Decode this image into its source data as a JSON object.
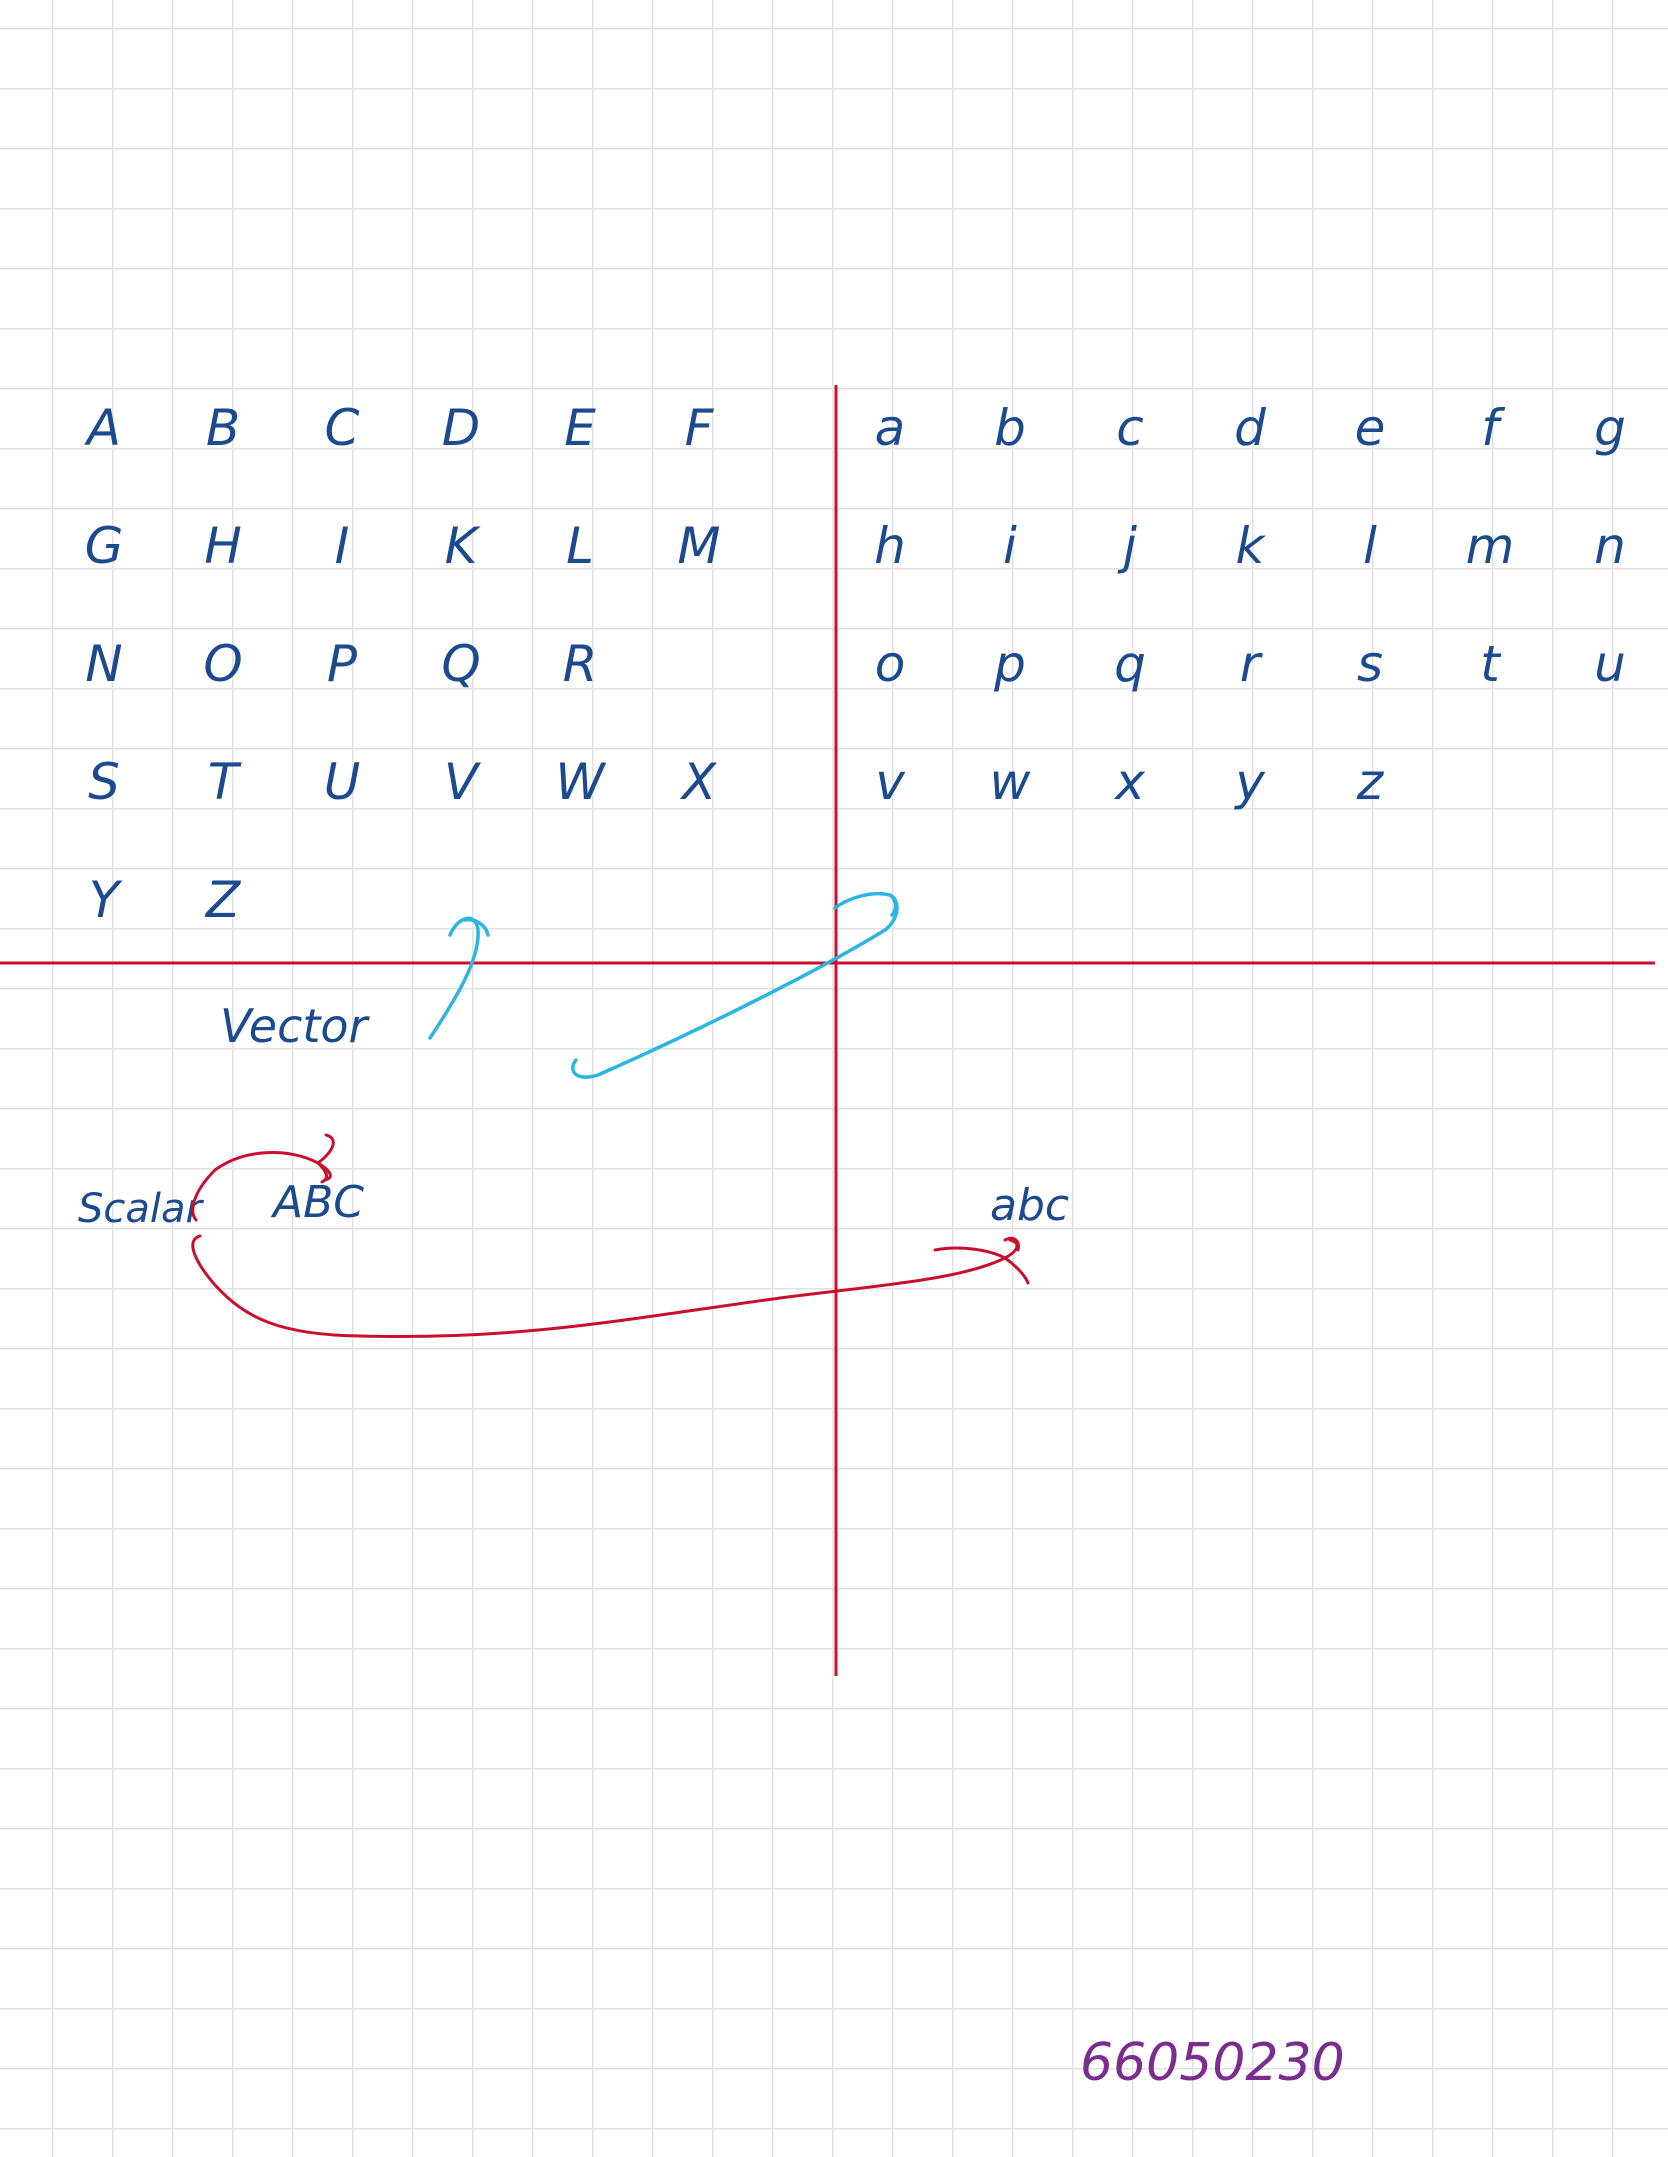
{
  "uppercase_rows": [
    [
      "A",
      "B",
      "C",
      "D",
      "E",
      "F"
    ],
    [
      "G",
      "H",
      "I",
      "K",
      "L",
      "M"
    ],
    [
      "N",
      "O",
      "P",
      "Q",
      "R"
    ],
    [
      "S",
      "T",
      "U",
      "V",
      "W",
      "X"
    ],
    [
      "Y",
      "Z"
    ]
  ],
  "lowercase_rows": [
    [
      "a",
      "b",
      "c",
      "d",
      "e",
      "f",
      "g"
    ],
    [
      "h",
      "i",
      "j",
      "k",
      "l",
      "m",
      "n"
    ],
    [
      "o",
      "p",
      "q",
      "r",
      "s",
      "t",
      "u"
    ],
    [
      "v",
      "w",
      "x",
      "y",
      "z"
    ]
  ],
  "labels": {
    "vector": "Vector",
    "scalar": "Scalar",
    "scalar_example": "ABC",
    "lowercase_example": "abc",
    "student_id": "66050230"
  },
  "colors": {
    "paper": "#ffffff",
    "grid": "#e1e1e4",
    "ink_blue": "#1c4a8f",
    "axis_red": "#c8102e",
    "arrow_cyan": "#2bb5e0",
    "id_purple": "#7a2d8c"
  }
}
